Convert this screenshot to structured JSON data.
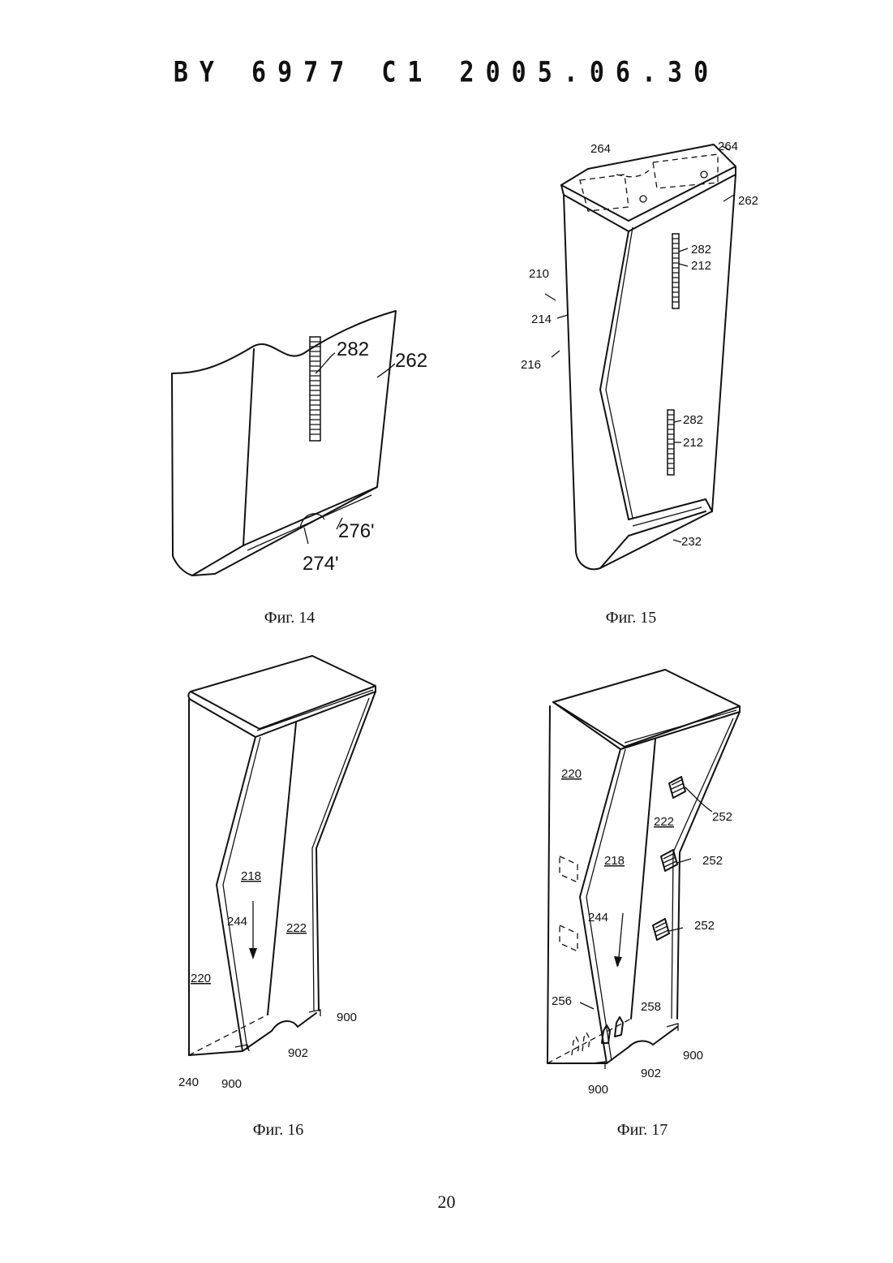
{
  "header": {
    "text": "BY 6977 C1 2005.06.30"
  },
  "figures": [
    {
      "caption": "Фиг. 14",
      "labels": {
        "l282": "282",
        "l262": "262",
        "l276": "276'",
        "l274": "274'"
      }
    },
    {
      "caption": "Фиг. 15",
      "labels": {
        "l264a": "264",
        "l264b": "264",
        "l262": "262",
        "l282a": "282",
        "l212a": "212",
        "l210": "210",
        "l214": "214",
        "l216": "216",
        "l282b": "282",
        "l212b": "212",
        "l232": "232"
      }
    },
    {
      "caption": "Фиг. 16",
      "labels": {
        "l218": "218",
        "l244": "244",
        "l222": "222",
        "l220": "220",
        "l900a": "900",
        "l902": "902",
        "l240": "240",
        "l900b": "900"
      }
    },
    {
      "caption": "Фиг. 17",
      "labels": {
        "l220": "220",
        "l222": "222",
        "l252a": "252",
        "l218": "218",
        "l252b": "252",
        "l244": "244",
        "l252c": "252",
        "l256": "256",
        "l258": "258",
        "l900a": "900",
        "l902": "902",
        "l900b": "900"
      }
    }
  ],
  "page_number": "20"
}
